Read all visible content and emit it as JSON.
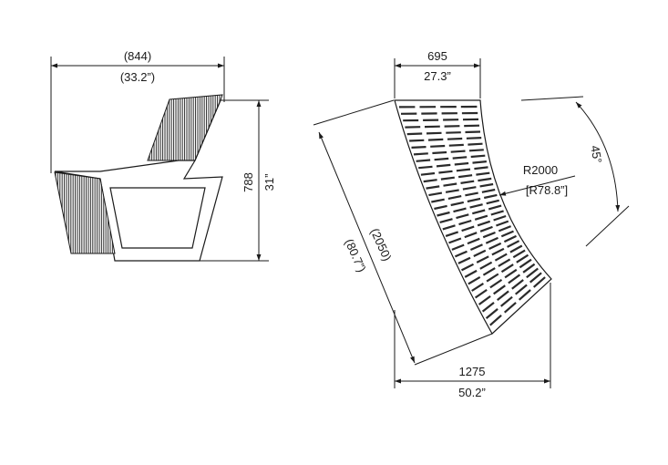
{
  "side_view": {
    "width_mm": "(844)",
    "width_in": "(33.2”)",
    "height_mm": "788",
    "height_in": "31”"
  },
  "plan_view": {
    "top_width_mm": "695",
    "top_width_in": "27.3”",
    "length_mm": "(2050)",
    "length_in": "(80.7”)",
    "radius_mm": "R2000",
    "radius_in": "[R78.8”]",
    "angle": "45°",
    "bottom_width_mm": "1275",
    "bottom_width_in": "50.2”"
  }
}
